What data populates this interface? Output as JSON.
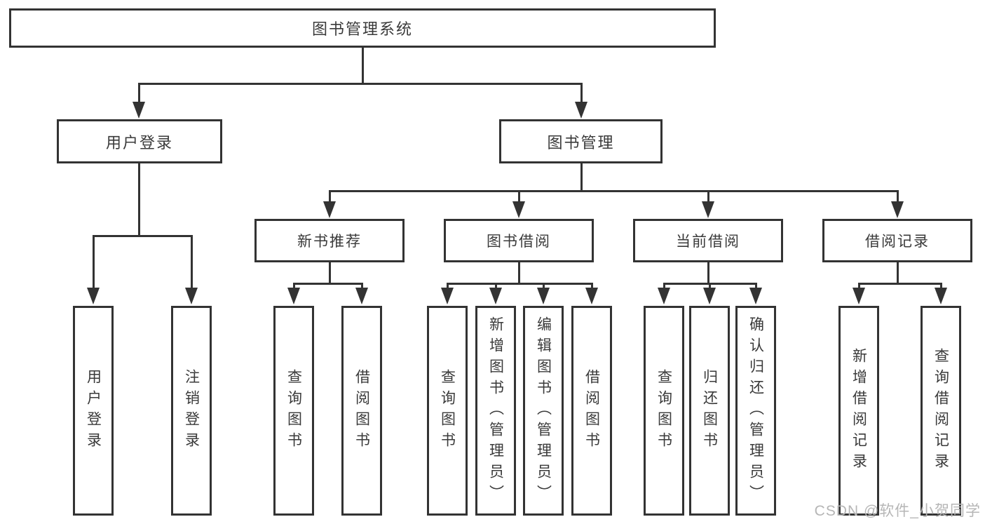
{
  "tree": {
    "label": "图书管理系统",
    "children": [
      {
        "label": "用户登录",
        "children": [
          {
            "label": "用户登录"
          },
          {
            "label": "注销登录"
          }
        ]
      },
      {
        "label": "图书管理",
        "children": [
          {
            "label": "新书推荐",
            "children": [
              {
                "label": "查询图书"
              },
              {
                "label": "借阅图书"
              }
            ]
          },
          {
            "label": "图书借阅",
            "children": [
              {
                "label": "查询图书"
              },
              {
                "label": "新增图书（管理员）"
              },
              {
                "label": "编辑图书（管理员）"
              },
              {
                "label": "借阅图书"
              }
            ]
          },
          {
            "label": "当前借阅",
            "children": [
              {
                "label": "查询图书"
              },
              {
                "label": "归还图书"
              },
              {
                "label": "确认归还（管理员）"
              }
            ]
          },
          {
            "label": "借阅记录",
            "children": [
              {
                "label": "新增借阅记录"
              },
              {
                "label": "查询借阅记录"
              }
            ]
          }
        ]
      }
    ]
  },
  "watermark": "CSDN @软件_小贺同学",
  "colors": {
    "line": "#333333",
    "text": "#3a3a3a",
    "background": "#ffffff",
    "watermark": "#b6b6b6"
  }
}
